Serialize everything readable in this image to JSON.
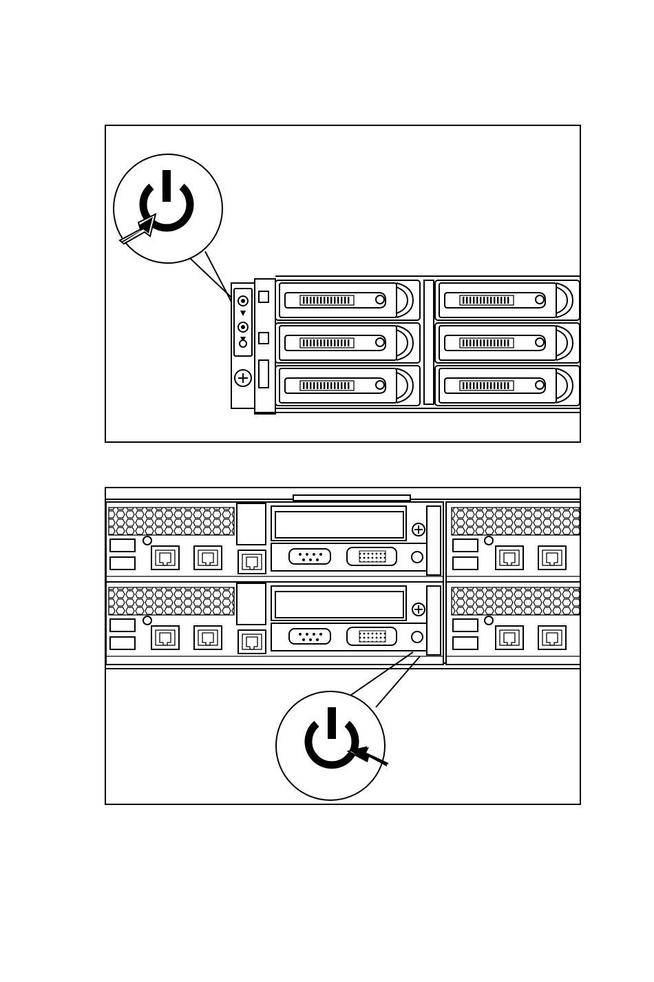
{
  "figures": [
    {
      "name": "front-panel",
      "callout_icon": "power-icon",
      "pointer_icon": "arrow-icon",
      "drive_bays": 6
    },
    {
      "name": "rear-panel",
      "callout_icon": "power-icon",
      "pointer_icon": "arrow-icon",
      "nodes": 4
    }
  ],
  "colors": {
    "line": "#000000",
    "background": "#ffffff"
  }
}
